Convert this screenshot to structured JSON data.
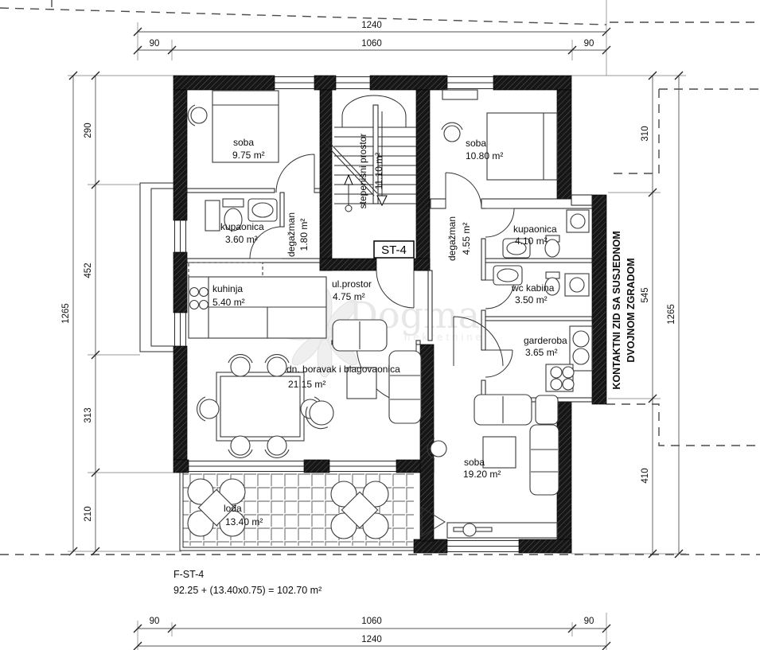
{
  "unit": {
    "label": "ST-4",
    "plan_code": "F-ST-4",
    "area_formula": "92.25 + (13.40x0.75) = 102.70 m²"
  },
  "note": {
    "line1": "KONTAKTNI ZID SA SUSJEDNOM",
    "line2": "DVOJNOM ZGRADOM"
  },
  "watermark": {
    "name": "Dogma",
    "subtitle": "nekretnine"
  },
  "rooms": {
    "soba1": {
      "name": "soba",
      "area": "9.75 m²"
    },
    "stairs": {
      "name": "stepenišni prostor",
      "area": "11.10 m²"
    },
    "soba2": {
      "name": "soba",
      "area": "10.80 m²"
    },
    "bath1": {
      "name": "kupaonica",
      "area": "3.60 m²"
    },
    "deg1": {
      "name": "degažman",
      "area": "1.80 m²"
    },
    "deg2": {
      "name": "degažman",
      "area": "4.55 m²"
    },
    "bath2": {
      "name": "kupaonica",
      "area": "4.10 m²"
    },
    "wc": {
      "name": "wc kabina",
      "area": "3.50 m²"
    },
    "kitchen": {
      "name": "kuhinja",
      "area": "5.40 m²"
    },
    "hall": {
      "name": "ul.prostor",
      "area": "4.75 m²"
    },
    "wardrobe": {
      "name": "garderoba",
      "area": "3.65 m²"
    },
    "living": {
      "name": "dn. boravak i blagovaonica",
      "area": "21.15 m²"
    },
    "soba3": {
      "name": "soba",
      "area": "19.20 m²"
    },
    "loggia": {
      "name": "lođa",
      "area": "13.40 m²"
    }
  },
  "dimensions": {
    "top": {
      "total": "1240",
      "segments": [
        "90",
        "1060",
        "90"
      ]
    },
    "bottom": {
      "total": "1240",
      "segments": [
        "90",
        "1060",
        "90"
      ]
    },
    "left": {
      "total": "1265",
      "segments": [
        "290",
        "452",
        "313",
        "210"
      ]
    },
    "right": {
      "total": "1265",
      "segments": [
        "310",
        "545",
        "410"
      ]
    }
  }
}
